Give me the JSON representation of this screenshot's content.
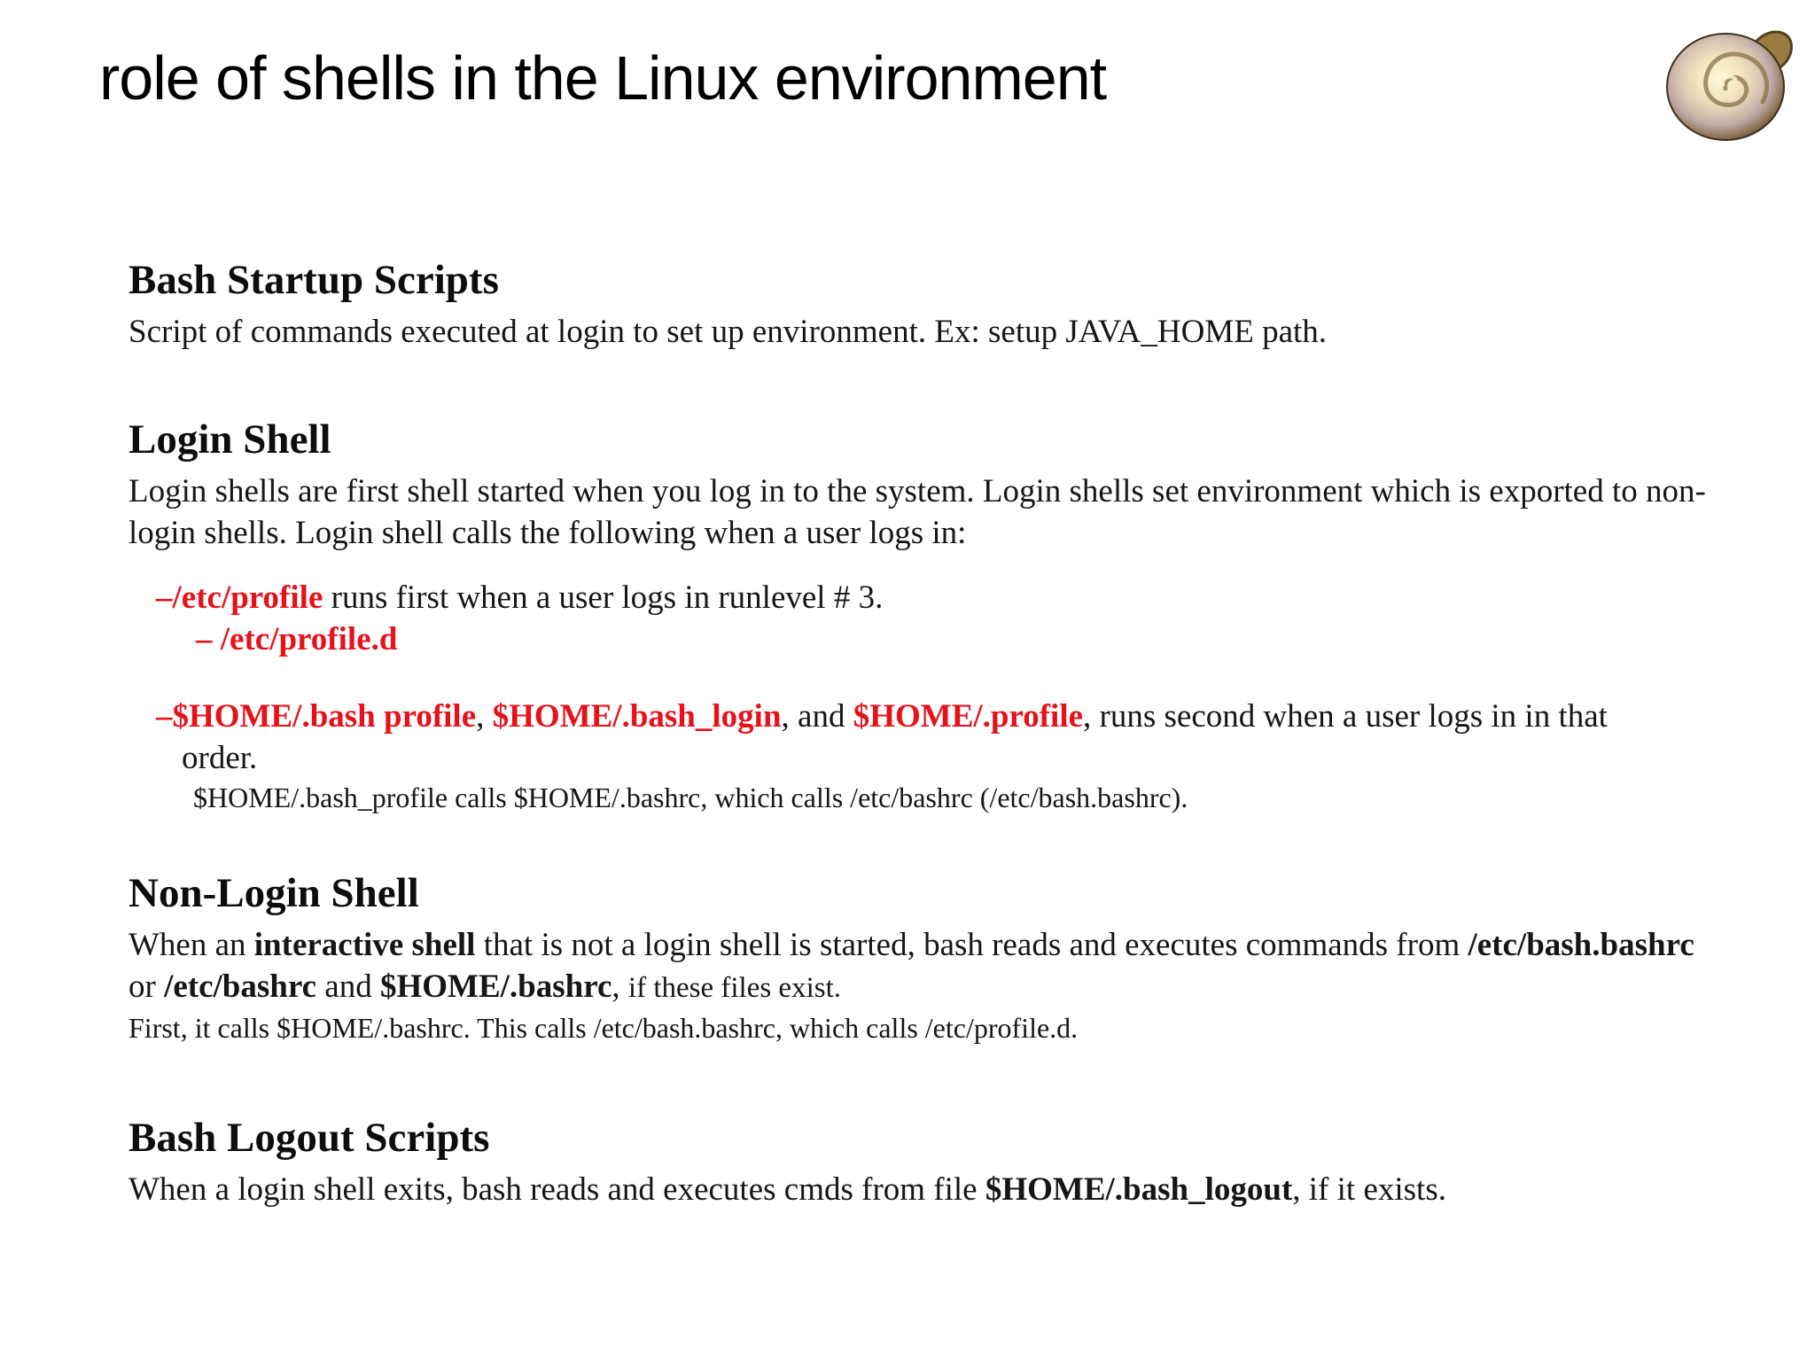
{
  "slide": {
    "title": "role of shells in the Linux environment",
    "logo_icon": "nautilus-shell-icon",
    "colors": {
      "accent_red": "#e8111a",
      "text": "#161616",
      "background": "#ffffff"
    }
  },
  "sections": {
    "startup": {
      "heading": "Bash Startup Scripts",
      "body": "Script of commands executed at login to set up environment. Ex: setup JAVA_HOME path."
    },
    "login": {
      "heading": "Login Shell",
      "body": "Login shells are first shell started when you log in to the system. Login shells set environment which is exported to non-login shells. Login shell calls the following when a user logs in:",
      "bullet1": {
        "path": "–/etc/profile",
        "rest": " runs first when a user logs in runlevel # 3."
      },
      "bullet1_sub": "– /etc/profile.d",
      "bullet2": {
        "path1": "–$HOME/.bash profile",
        "sep1": ",  ",
        "path2": "$HOME/.bash_login",
        "sep2": ", and  ",
        "path3": "$HOME/.profile",
        "rest": ", runs second when a user logs in in that order."
      },
      "bullet2_note": "$HOME/.bash_profile calls $HOME/.bashrc, which calls /etc/bashrc (/etc/bash.bashrc)."
    },
    "nonlogin": {
      "heading": "Non-Login Shell",
      "body": {
        "r1": "When an ",
        "r2": "interactive shell",
        "r3": " that is not a login shell is started, bash reads and executes commands from ",
        "r4": "/etc/bash.bashrc",
        "r5": " or ",
        "r6": "/etc/bashrc",
        "r7": " and ",
        "r8": "$HOME/.bashrc",
        "r9": ", ",
        "r10": "if these files exist."
      },
      "note": "First, it calls $HOME/.bashrc. This calls /etc/bash.bashrc, which calls /etc/profile.d."
    },
    "logout": {
      "heading": "Bash Logout Scripts",
      "body": {
        "r1": "When a login shell exits, bash reads and executes cmds from file ",
        "r2": "$HOME/.bash_logout",
        "r3": ", if it exists."
      }
    }
  }
}
